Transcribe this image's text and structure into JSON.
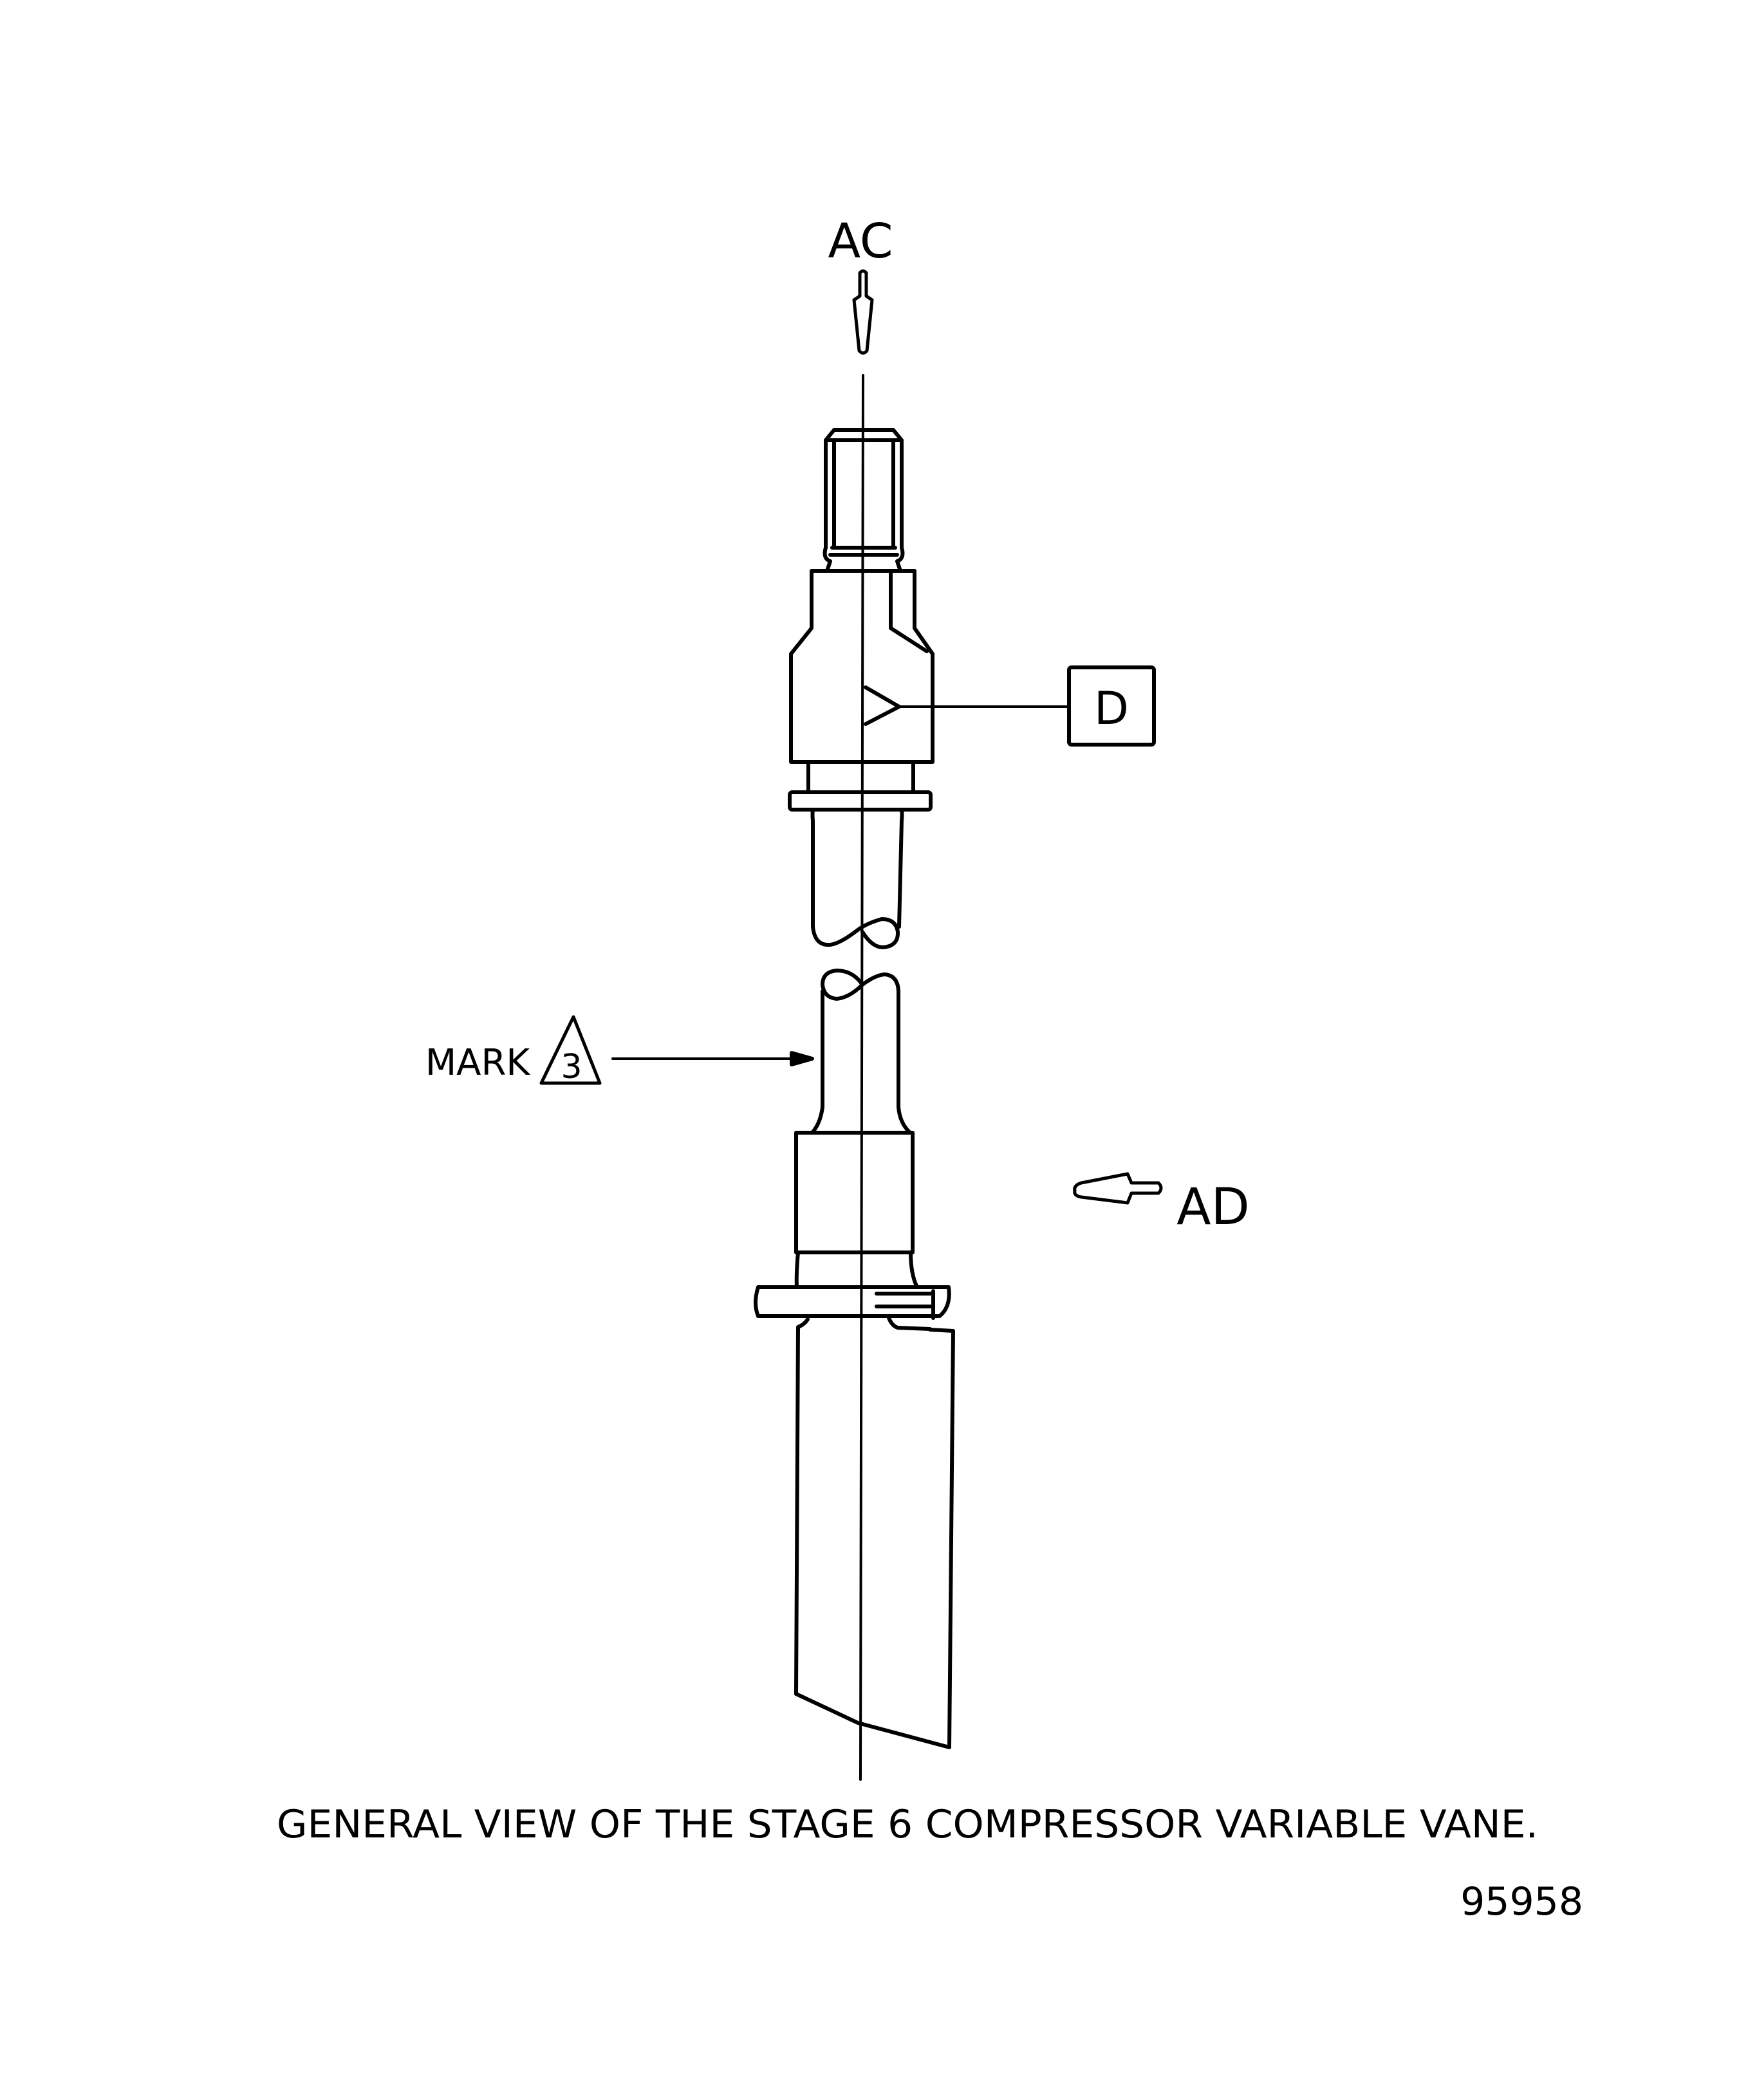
{
  "diagram": {
    "view_labels": {
      "top_view": "AC",
      "side_view": "AD"
    },
    "callouts": {
      "box_label": "D",
      "mark_label": "MARK",
      "mark_number": "3"
    },
    "caption": "GENERAL VIEW OF THE STAGE 6 COMPRESSOR VARIABLE VANE.",
    "figure_number": "95958",
    "colors": {
      "line": "#000000",
      "background": "#ffffff"
    }
  }
}
